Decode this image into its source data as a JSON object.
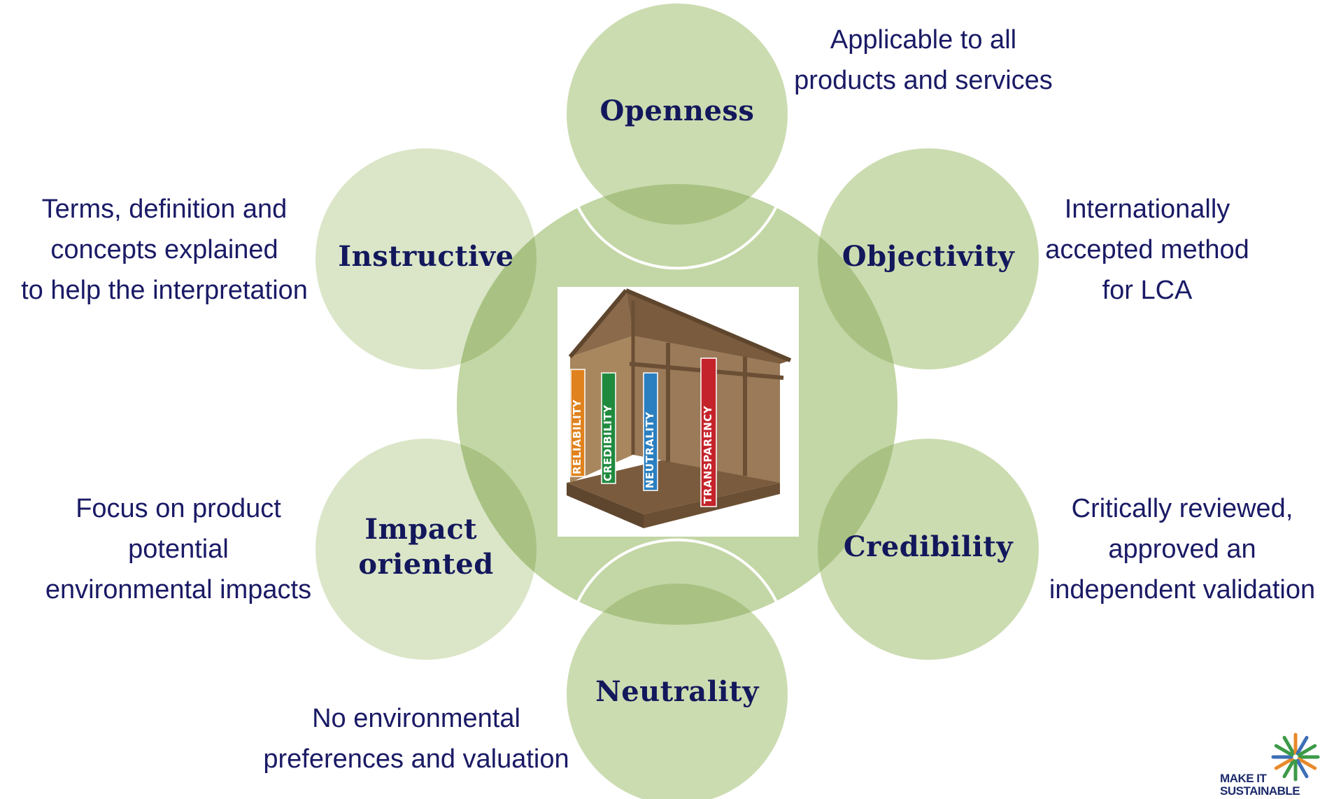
{
  "colors": {
    "ring": "#bfd3a0",
    "hub": "#c3d6a5",
    "node": "#ccdcb1",
    "node_light": "#dbe6c8",
    "overlap": "#a9c283",
    "text": "#1a1a66",
    "label": "#13185c",
    "wood": "#8a6a4a",
    "wood_dark": "#5e452d",
    "pillar_reliability": "#e0821d",
    "pillar_credibility": "#1f8a3e",
    "pillar_neutrality": "#2a7fc0",
    "pillar_transparency": "#c4232b",
    "logo_text": "#1c2a6b",
    "logo_star": "#3c9a48",
    "logo_star_2": "#e8892a",
    "logo_star_3": "#3d6fb6"
  },
  "center": {
    "pillars": [
      "RELIABILITY",
      "CREDIBILITY",
      "NEUTRALITY",
      "TRANSPARENCY"
    ]
  },
  "nodes": [
    {
      "label_lines": [
        "Openness"
      ],
      "description": "Applicable to all\nproducts and services"
    },
    {
      "label_lines": [
        "Objectivity"
      ],
      "description": "Internationally\naccepted method\nfor LCA"
    },
    {
      "label_lines": [
        "Credibility"
      ],
      "description": "Critically reviewed,\napproved an\nindependent validation"
    },
    {
      "label_lines": [
        "Neutrality"
      ],
      "description": "No environmental\npreferences and valuation"
    },
    {
      "label_lines": [
        "Impact",
        "oriented"
      ],
      "description": "Focus on product\npotential\nenvironmental impacts"
    },
    {
      "label_lines": [
        "Instructive"
      ],
      "description": "Terms, definition and\nconcepts explained\nto help the interpretation"
    }
  ],
  "logo": {
    "line1": "MAKE IT",
    "line2": "SUSTAINABLE"
  }
}
